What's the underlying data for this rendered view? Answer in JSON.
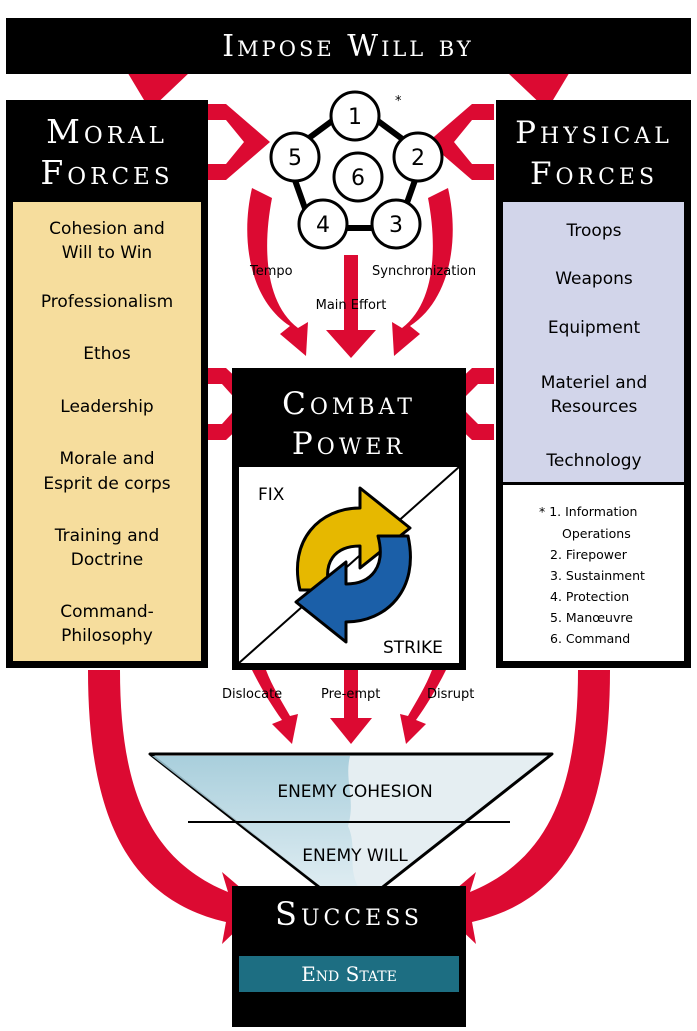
{
  "banner": {
    "title": "Impose Will by"
  },
  "moral": {
    "title_line1": "Moral",
    "title_line2": "Forces",
    "items": [
      "Cohesion and",
      "Will to Win",
      "Professionalism",
      "Ethos",
      "Leadership",
      "Morale and",
      "Esprit de corps",
      "Training and",
      "Doctrine",
      "Command-",
      "Philosophy"
    ]
  },
  "physical": {
    "title_line1": "Physical",
    "title_line2": "Forces",
    "items": [
      "Troops",
      "Weapons",
      "Equipment",
      "Materiel and",
      "Resources",
      "Technology"
    ]
  },
  "functions": {
    "asterisk": "*",
    "nodes": [
      "1",
      "2",
      "3",
      "4",
      "5",
      "6"
    ],
    "tempo": "Tempo",
    "synchronization": "Synchronization",
    "main_effort": "Main Effort"
  },
  "legend": {
    "items": [
      "* 1. Information",
      "Operations",
      "2. Firepower",
      "3. Sustainment",
      "4. Protection",
      "5. Manœuvre",
      "6. Command"
    ]
  },
  "combat": {
    "title_line1": "Combat",
    "title_line2": "Power",
    "fix": "FIX",
    "strike": "STRIKE"
  },
  "effects": {
    "dislocate": "Dislocate",
    "preempt": "Pre-empt",
    "disrupt": "Disrupt"
  },
  "enemy": {
    "cohesion": "ENEMY COHESION",
    "will": "ENEMY WILL"
  },
  "success": {
    "title": "Success",
    "end_state": "End State"
  },
  "colors": {
    "arrow_red": "#dc0a32",
    "black": "#000000",
    "moral_fill": "#f6dd9d",
    "physical_fill": "#d2d5ea",
    "teal": "#1d6e82",
    "yellow_arrow": "#e6b800",
    "blue_arrow": "#1b5fa8"
  }
}
